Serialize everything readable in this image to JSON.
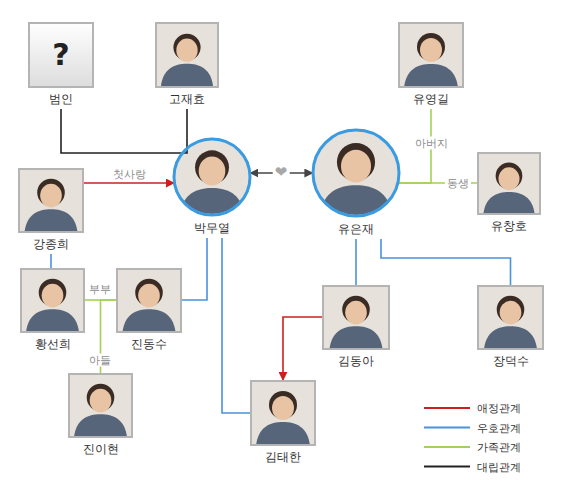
{
  "diagram": {
    "nodes": [
      {
        "text": [
          "?",
          "범인"
        ]
      },
      {
        "text": [
          "고재효"
        ]
      },
      {
        "text": [
          "유영길"
        ]
      },
      {
        "text": [
          "강종희"
        ]
      },
      {
        "text": [
          "박무열"
        ]
      },
      {
        "text": [
          "유은재"
        ]
      },
      {
        "text": [
          "유창호"
        ]
      },
      {
        "text": [
          "황선희"
        ]
      },
      {
        "text": [
          "진동수"
        ]
      },
      {
        "text": [
          "김동아"
        ]
      },
      {
        "text": [
          "장덕수"
        ]
      },
      {
        "text": [
          "진이현"
        ]
      },
      {
        "text": [
          "김태한"
        ]
      }
    ],
    "edges": [
      {
        "from": 0,
        "to": 4,
        "arrow": "none"
      },
      {
        "from": 1,
        "to": 4,
        "arrow": "none"
      },
      {
        "from": 3,
        "to": 4,
        "label": "첫사랑",
        "arrow": "to"
      },
      {
        "from": 4,
        "to": 5,
        "label": "❤",
        "arrow": "both"
      },
      {
        "from": 2,
        "to": 5,
        "label": "아버지",
        "arrow": "none"
      },
      {
        "from": 5,
        "to": 6,
        "label": "동생",
        "arrow": "none"
      },
      {
        "from": 3,
        "to": 7,
        "arrow": "none"
      },
      {
        "from": 7,
        "to": 8,
        "label": "부부",
        "arrow": "none"
      },
      {
        "from": 8,
        "to": 11,
        "label": "아들",
        "arrow": "none"
      },
      {
        "from": 4,
        "to": 8,
        "arrow": "none"
      },
      {
        "from": 4,
        "to": 12,
        "arrow": "none"
      },
      {
        "from": 5,
        "to": 9,
        "arrow": "none"
      },
      {
        "from": 5,
        "to": 10,
        "arrow": "none"
      },
      {
        "from": 9,
        "to": 12,
        "arrow": "to"
      }
    ],
    "legend": [
      {
        "text": "애정관계"
      },
      {
        "text": "우호관계"
      },
      {
        "text": "가족관계"
      },
      {
        "text": "대립관계"
      }
    ]
  }
}
